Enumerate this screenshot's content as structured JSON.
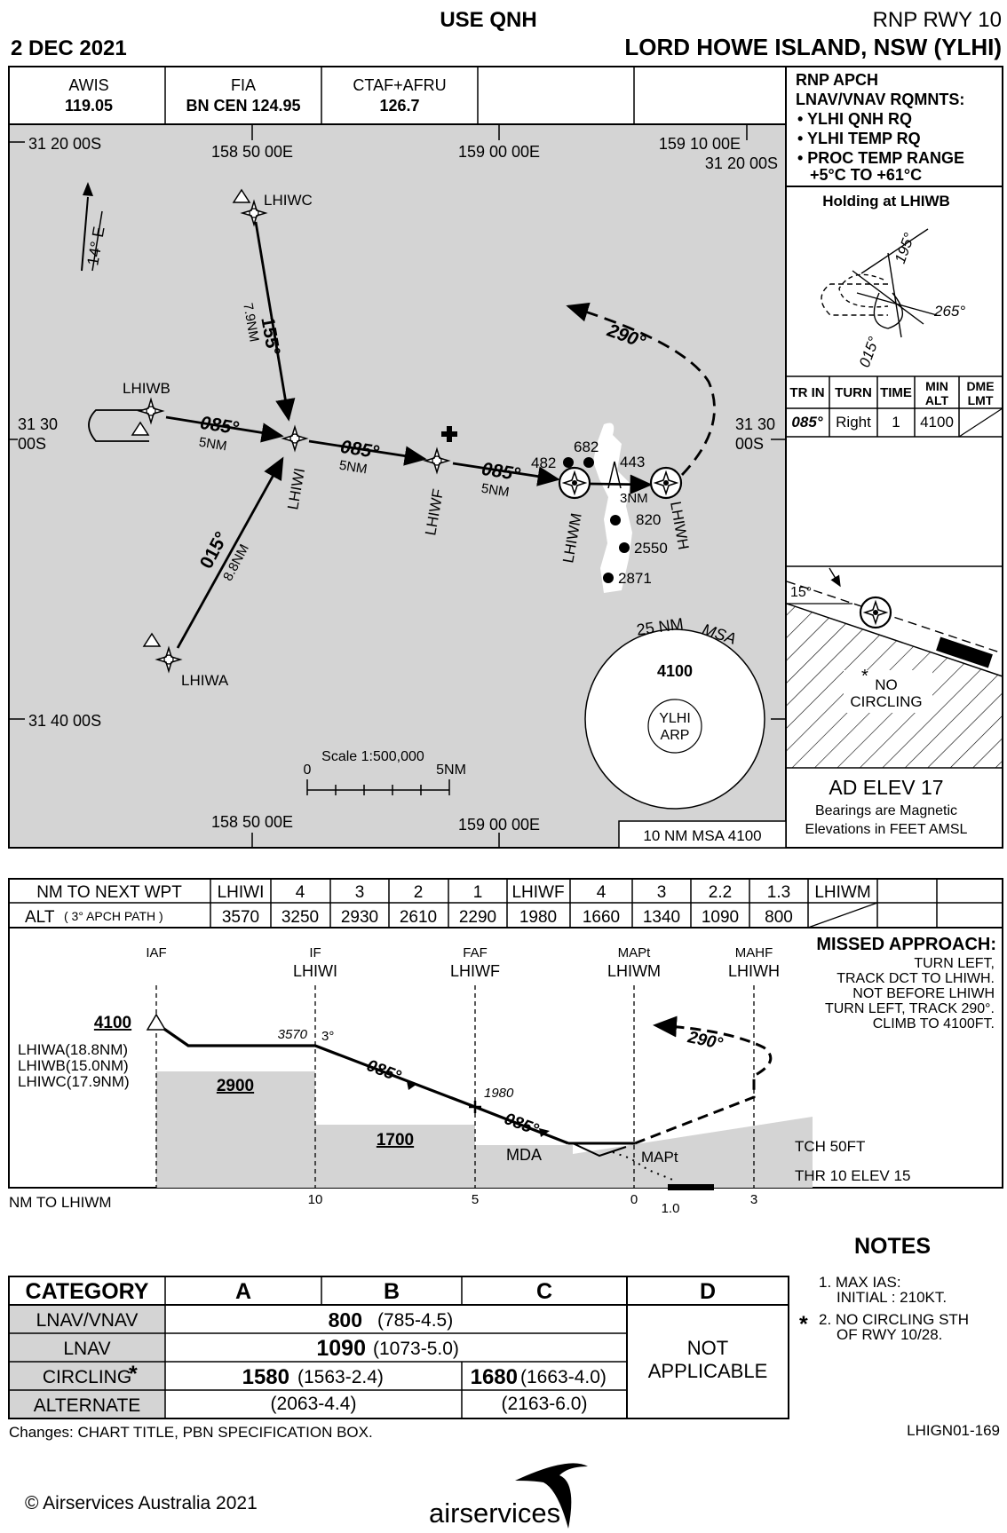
{
  "header": {
    "date": "2 DEC 2021",
    "use_qnh": "USE QNH",
    "procedure": "RNP RWY 10",
    "airport": "LORD HOWE ISLAND, NSW (YLHI)"
  },
  "comms": [
    {
      "name": "AWIS",
      "freq": "119.05"
    },
    {
      "name": "FIA",
      "freq": "BN CEN 124.95"
    },
    {
      "name": "CTAF+AFRU",
      "freq": "126.7"
    }
  ],
  "pbn_box": {
    "title1": "RNP APCH",
    "title2": "LNAV/VNAV RQMNTS:",
    "items": [
      "• YLHI QNH RQ",
      "• YLHI TEMP RQ",
      "• PROC TEMP RANGE",
      "+5°C TO +61°C"
    ]
  },
  "holding": {
    "title": "Holding at LHIWB",
    "bearing_195": "195°",
    "bearing_265": "265°",
    "bearing_015": "015°",
    "headers": [
      "TR IN",
      "TURN",
      "TIME",
      "MIN",
      "ALT",
      "DME",
      "LMT"
    ],
    "values": [
      "085°",
      "Right",
      "1",
      "4100"
    ]
  },
  "coords": {
    "lat_2000": "31 20 00S",
    "lon_5000_top": "158 50 00E",
    "lon_0000_top": "159 00 00E",
    "lon_1000": "159 10 00E",
    "lat_2000_right": "31 20 00S",
    "lat_3000_l1": "31 30",
    "lat_3000_l2": "00S",
    "lat_3000_r1": "31 30",
    "lat_3000_r2": "00S",
    "lat_4000": "31 40 00S",
    "lon_5000_bottom": "158 50 00E",
    "lon_0000_bottom": "159 00 00E"
  },
  "plan": {
    "magvar": "14° E",
    "waypoints": {
      "wc": "LHIWC",
      "wb": "LHIWB",
      "wi": "LHIWI",
      "wf": "LHIWF",
      "wm": "LHIWM",
      "wh": "LHIWH",
      "wa": "LHIWA"
    },
    "legs": {
      "wc_track": "155°",
      "wc_dist": "7.9NM",
      "wb_track": "085°",
      "wb_dist": "5NM",
      "wi_track": "085°",
      "wi_dist": "5NM",
      "wf_track": "085°",
      "wf_dist": "5NM",
      "wa_track": "015°",
      "wa_dist": "8.8NM",
      "missed_track": "290°"
    },
    "elevations": {
      "e482": "482",
      "e682": "682",
      "e443": "443",
      "e820": "820",
      "e2550": "2550",
      "e2871": "2871"
    },
    "three_nm": "3NM",
    "msa": {
      "radius": "25 NM",
      "label": "MSA",
      "alt": "4100",
      "arp1": "YLHI",
      "arp2": "ARP"
    },
    "scale": {
      "title": "Scale 1:500,000",
      "zero": "0",
      "five": "5NM"
    },
    "msa10": "10 NM MSA 4100"
  },
  "aerodrome": {
    "angle": "15°",
    "no_circling1": "NO",
    "no_circling2": "CIRCLING",
    "elev": "AD ELEV 17",
    "bearings": "Bearings are Magnetic",
    "elevations": "Elevations in FEET AMSL"
  },
  "dist_table": {
    "row1_label": "NM TO NEXT WPT",
    "row1": [
      "LHIWI",
      "4",
      "3",
      "2",
      "1",
      "LHIWF",
      "4",
      "3",
      "2.2",
      "1.3",
      "LHIWM"
    ],
    "row2_label": "ALT",
    "row2_sub": "( 3° APCH PATH )",
    "row2": [
      "3570",
      "3250",
      "2930",
      "2610",
      "2290",
      "1980",
      "1660",
      "1340",
      "1090",
      "800"
    ]
  },
  "profile": {
    "fix_labels": {
      "iaf": "IAF",
      "if": "IF",
      "if_wp": "LHIWI",
      "faf": "FAF",
      "faf_wp": "LHIWF",
      "mapt": "MAPt",
      "mapt_wp": "LHIWM",
      "mahf": "MAHF",
      "mahf_wp": "LHIWH"
    },
    "alt_4100": "4100",
    "from_wa": "LHIWA(18.8NM)",
    "from_wb": "LHIWB(15.0NM)",
    "from_wc": "LHIWC(17.9NM)",
    "alt_3570": "3570",
    "angle": "3°",
    "seg_2900": "2900",
    "seg_1700": "1700",
    "track1": "085°",
    "track2": "085°",
    "alt_1980": "1980",
    "mda": "MDA",
    "mapt_label": "MAPt",
    "missed_track": "290°",
    "tch": "TCH 50FT",
    "thr": "THR 10 ELEV 15",
    "axis_label": "NM TO LHIWM",
    "ticks": {
      "t10": "10",
      "t5": "5",
      "t0": "0",
      "t3": "3",
      "t1": "1.0"
    },
    "missed_title": "MISSED APPROACH:",
    "missed_lines": [
      "TURN LEFT,",
      "TRACK  DCT TO LHIWH.",
      "NOT BEFORE LHIWH",
      "TURN LEFT, TRACK 290°.",
      "CLIMB TO 4100FT."
    ]
  },
  "minima": {
    "head": [
      "CATEGORY",
      "A",
      "B",
      "C",
      "D"
    ],
    "lnav_vnav": {
      "label": "LNAV/VNAV",
      "mda": "800",
      "detail": "(785-4.5)"
    },
    "lnav": {
      "label": "LNAV",
      "mda": "1090",
      "detail": "(1073-5.0)"
    },
    "circling": {
      "label": "CIRCLING",
      "star": "*",
      "ab_mda": "1580",
      "ab_detail": "(1563-2.4)",
      "c_mda": "1680",
      "c_detail": "(1663-4.0)"
    },
    "alternate": {
      "label": "ALTERNATE",
      "ab": "(2063-4.4)",
      "c": "(2163-6.0)"
    },
    "cat_d1": "NOT",
    "cat_d2": "APPLICABLE"
  },
  "notes": {
    "title": "NOTES",
    "n1a": "1. MAX IAS:",
    "n1b": "INITIAL   : 210KT.",
    "star": "*",
    "n2a": "2. NO CIRCLING STH",
    "n2b": "OF RWY 10/28."
  },
  "footer": {
    "changes": "Changes: CHART TITLE, PBN SPECIFICATION BOX.",
    "chart_id": "LHIGN01-169",
    "copyright": "© Airservices Australia 2021",
    "brand": "airservices"
  }
}
